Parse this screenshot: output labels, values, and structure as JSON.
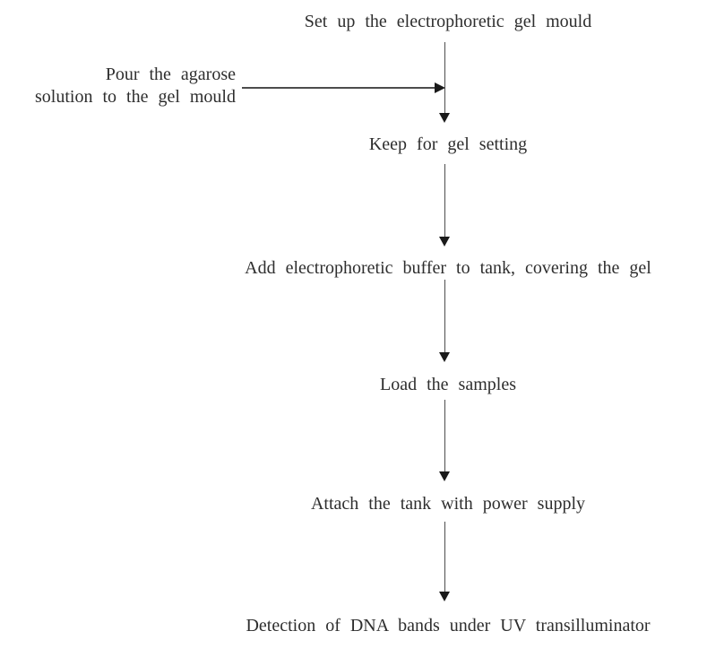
{
  "diagram": {
    "type": "flowchart",
    "steps": [
      {
        "label": "Set up the electrophoretic gel mould"
      },
      {
        "label": "Keep for gel setting"
      },
      {
        "label": "Add electrophoretic buffer to tank, covering the gel"
      },
      {
        "label": "Load the samples"
      },
      {
        "label": "Attach the tank with power supply"
      },
      {
        "label": "Detection of DNA bands under UV transilluminator"
      }
    ],
    "side_note": {
      "lines": [
        "Pour the agarose",
        "solution to the gel mould"
      ]
    },
    "colors": {
      "background": "#ffffff",
      "text": "#2e2e2e",
      "line": "#4d4d4d",
      "arrowhead": "#1a1a1a"
    }
  }
}
